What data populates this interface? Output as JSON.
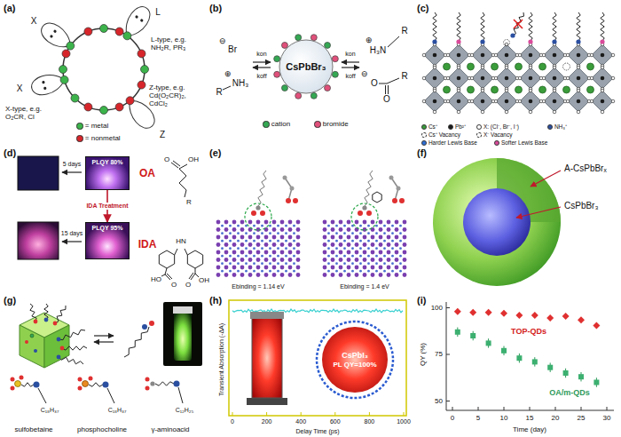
{
  "diagram": {
    "nodes": [
      {
        "text": [
          "CsPbBr₃"
        ]
      },
      {
        "text": [
          "PLQY 80%"
        ]
      },
      {
        "text": [
          "PLQY 95%"
        ]
      },
      {
        "text": [
          "CsPbI₃",
          "PL QY=100%"
        ]
      }
    ],
    "edges": [
      {
        "from": 1,
        "to": 2,
        "arrow": "to",
        "label": "IDA Treatment"
      }
    ],
    "labels": [
      "(a)",
      "X",
      "X",
      "L",
      "Z",
      "L-type, e.g. NH₂R, PR₃",
      "Z-type, e.g. Cd(O₂CR)₂, CdCl₂",
      "X-type, e.g. O₂CR, Cl",
      "(b)",
      "Br",
      "⊖",
      "⊕",
      "R",
      "NH₃",
      "kon",
      "koff",
      "kon",
      "koff",
      "H₃N",
      "⊕",
      "R",
      "⊖",
      "O",
      "O",
      "R",
      "(c)",
      "(d)",
      "5 days",
      "OA",
      "OH",
      "O",
      "R",
      "15 days",
      "IDA",
      "HO",
      "O",
      "HN",
      "O",
      "OH",
      "(e)",
      "Ebinding = 1.14 eV",
      "Ebinding = 1.4 eV",
      "(f)",
      "A-CsPbBrₓ",
      "CsPbBr₃",
      "(g)",
      "sulfobetaine",
      "phosphocholine",
      "γ-aminoacid",
      "C₁₈H₃₇",
      "C₁₈H₃₇",
      "C₁₂H₂₅",
      "(h)",
      "Transient Absorption (-ΔA)",
      "0",
      "200",
      "400",
      "600",
      "800",
      "1000",
      "Delay Time (ps)",
      "(i)",
      "QY (%)",
      "100",
      "75",
      "50",
      "0",
      "5",
      "10",
      "15",
      "20",
      "25",
      "30",
      "Time (day)",
      "TOP-QDs",
      "OA/m-QDs"
    ],
    "legend": [
      {
        "text": "= metal",
        "color": "#3cb44b"
      },
      {
        "text": "= nonmetal",
        "color": "#d7262b"
      },
      {
        "text": "cation",
        "color": "#34a853"
      },
      {
        "text": "bromide",
        "color": "#e0507a"
      },
      {
        "text": "Cs⁺",
        "color": "#3a9d3a"
      },
      {
        "text": "Pb²⁺",
        "color": "#1a1a1a"
      },
      {
        "text": "X: (Cl⁻, Br⁻, I⁻)",
        "color": "#ffffff"
      },
      {
        "text": "NH₃⁺",
        "color": "#2b4fa0"
      },
      {
        "text": "Cs⁺ Vacancy"
      },
      {
        "text": "X⁻ Vacancy"
      },
      {
        "text": "Harder Lewis Base",
        "color": "#2f6fd6"
      },
      {
        "text": "Softer Lewis Base",
        "color": "#d94a9a"
      }
    ]
  }
}
